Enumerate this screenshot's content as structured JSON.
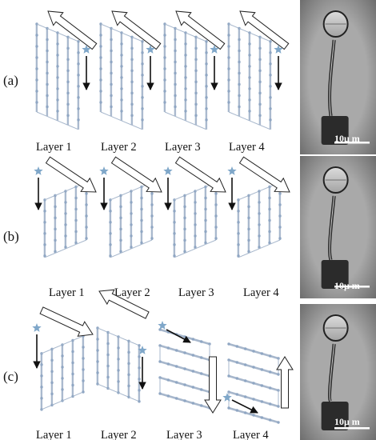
{
  "rows": [
    {
      "label": "(a)",
      "layers": [
        "Layer 1",
        "Layer 2",
        "Layer 3",
        "Layer 4"
      ],
      "scale_bar": "10μ m"
    },
    {
      "label": "(b)",
      "layers": [
        "Layer 1",
        "Layer 2",
        "Layer 3",
        "Layer 4"
      ],
      "scale_bar": "10μ m"
    },
    {
      "label": "(c)",
      "layers": [
        "Layer 1",
        "Layer 2",
        "Layer 3",
        "Layer 4"
      ],
      "scale_bar": "10μ m"
    }
  ],
  "colors": {
    "lattice": "#a7b7cc",
    "node": "#8fa6c3",
    "star": "#7fa7c9",
    "arrow": "#111111",
    "photo_bg": "#a9a9a9"
  },
  "icons": [
    "star-icon",
    "hollow-arrow-icon",
    "direction-arrow-icon"
  ]
}
